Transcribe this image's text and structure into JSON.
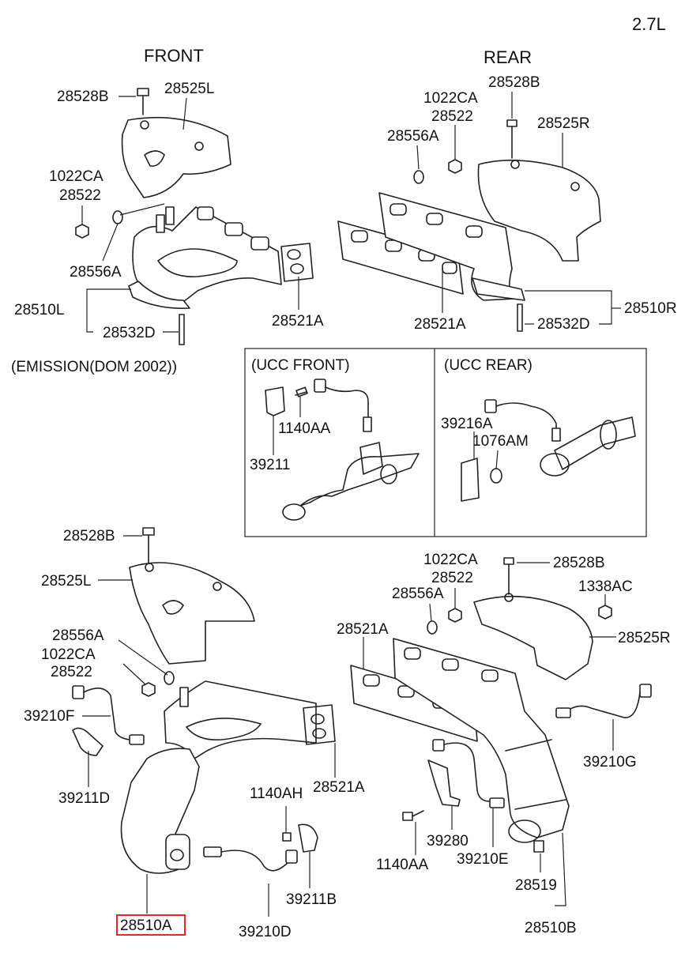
{
  "header": {
    "engine": "2.7L"
  },
  "sections": {
    "front": "FRONT",
    "rear": "REAR",
    "emission": "(EMISSION(DOM 2002))",
    "ucc_front": "(UCC FRONT)",
    "ucc_rear": "(UCC REAR)"
  },
  "labels": {
    "t_28528B_front": "28528B",
    "t_28525L_top": "28525L",
    "t_1022CA_front": "1022CA",
    "t_28522_front": "28522",
    "t_28556A_front": "28556A",
    "t_28510L": "28510L",
    "t_28532D_front": "28532D",
    "t_28521A_front": "28521A",
    "t_1022CA_rear": "1022CA",
    "t_28522_rear": "28522",
    "t_28528B_rear": "28528B",
    "t_28556A_rear": "28556A",
    "t_28525R_top": "28525R",
    "t_28521A_rear": "28521A",
    "t_28532D_rear": "28532D",
    "t_28510R": "28510R",
    "t_1140AA_ucc": "1140AA",
    "t_39211_ucc": "39211",
    "t_39216A": "39216A",
    "t_1076AM": "1076AM",
    "t_28528B_bl": "28528B",
    "t_28525L_bl": "28525L",
    "t_28556A_bl": "28556A",
    "t_1022CA_bl": "1022CA",
    "t_28522_bl": "28522",
    "t_39210F": "39210F",
    "t_39211D": "39211D",
    "t_28521A_bl": "28521A",
    "t_1140AH": "1140AH",
    "t_39211B": "39211B",
    "t_28510A": "28510A",
    "t_39210D": "39210D",
    "t_1022CA_br": "1022CA",
    "t_28522_br": "28522",
    "t_28528B_br": "28528B",
    "t_28556A_br": "28556A",
    "t_1338AC": "1338AC",
    "t_28521A_br": "28521A",
    "t_28525R_br": "28525R",
    "t_39210G": "39210G",
    "t_39280": "39280",
    "t_1140AA_br": "1140AA",
    "t_39210E": "39210E",
    "t_28519": "28519",
    "t_28510B": "28510B"
  },
  "highlight": {
    "part": "28510A",
    "color": "#e8262b"
  },
  "colors": {
    "line": "#222222",
    "text": "#111111",
    "background": "#ffffff"
  }
}
